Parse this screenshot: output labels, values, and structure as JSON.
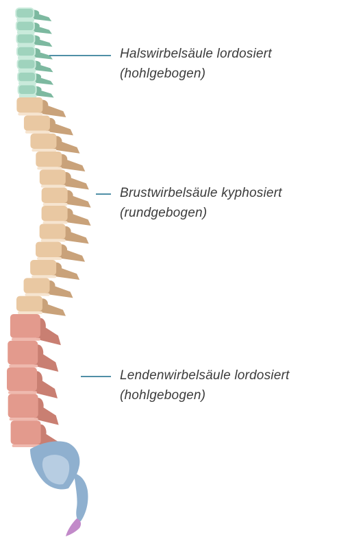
{
  "labels": {
    "cervical": {
      "line1": "Halswirbelsäule lordosiert",
      "line2": "(hohlgebogen)"
    },
    "thoracic": {
      "line1": "Brustwirbelsäule kyphosiert",
      "line2": "(rundgebogen)"
    },
    "lumbar": {
      "line1": "Lendenwirbelsäule lordosiert",
      "line2": "(hohlgebogen)"
    }
  },
  "colors": {
    "cervical_body": "#9fd3bd",
    "cervical_process": "#7db9a0",
    "cervical_outline": "#c9eadb",
    "thoracic_body": "#e9c8a2",
    "thoracic_process": "#c9a27a",
    "thoracic_disc": "#f6e4cf",
    "lumbar_body": "#e39a8d",
    "lumbar_process": "#c97f72",
    "lumbar_disc": "#efb9ae",
    "sacrum_body": "#8fb0cf",
    "sacrum_light": "#b7cde2",
    "coccyx": "#c28ac9",
    "leader_line": "#4f8fa6",
    "label_text": "#3b3b3b"
  }
}
